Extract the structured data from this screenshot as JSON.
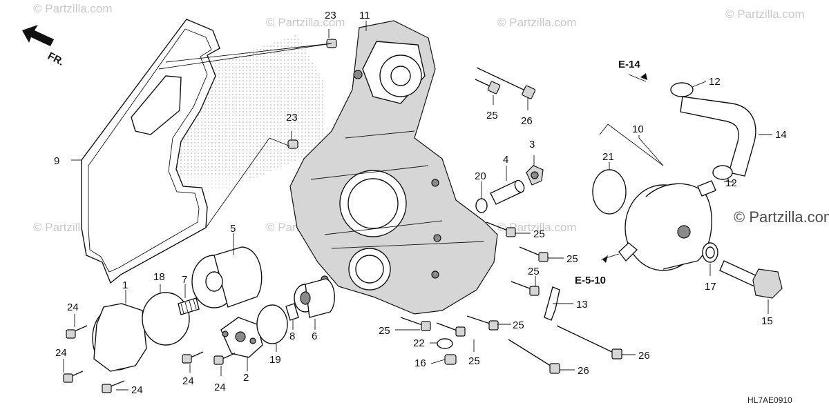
{
  "diagram": {
    "code": "HL7AE0910",
    "direction_label": "FR.",
    "refs": {
      "e14": "E-14",
      "e510": "E-5-10"
    },
    "watermarks": {
      "small": "© Partzilla.com",
      "large": "© Partzilla.com"
    },
    "callouts": {
      "c1": "1",
      "c2": "2",
      "c3": "3",
      "c4": "4",
      "c5": "5",
      "c6": "6",
      "c7": "7",
      "c8": "8",
      "c9": "9",
      "c10": "10",
      "c11": "11",
      "c12a": "12",
      "c12b": "12",
      "c13": "13",
      "c14": "14",
      "c15": "15",
      "c16": "16",
      "c17": "17",
      "c18": "18",
      "c19": "19",
      "c20": "20",
      "c21": "21",
      "c22": "22",
      "c23a": "23",
      "c23b": "23",
      "c24a": "24",
      "c24b": "24",
      "c24c": "24",
      "c24d": "24",
      "c24e": "24",
      "c25a": "25",
      "c25b": "25",
      "c25c": "25",
      "c25d": "25",
      "c25e": "25",
      "c25f": "25",
      "c25g": "25",
      "c26a": "26",
      "c26b": "26",
      "c26c": "26"
    }
  }
}
